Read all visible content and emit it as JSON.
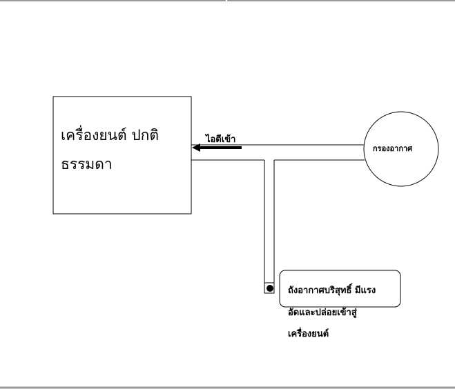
{
  "engine": {
    "line1": "เครื่องยนต์ ปกติ",
    "line2": "ธรรมดา"
  },
  "intake_label": "ไอดีเข้า",
  "air_filter": "กรองอากาศ",
  "tank": {
    "line1": "ถังอากาศบริสุทธิ์ มีแรง",
    "line2": "อัดและปล่อยเข้าสู่",
    "line3": "เครื่องยนต์"
  }
}
